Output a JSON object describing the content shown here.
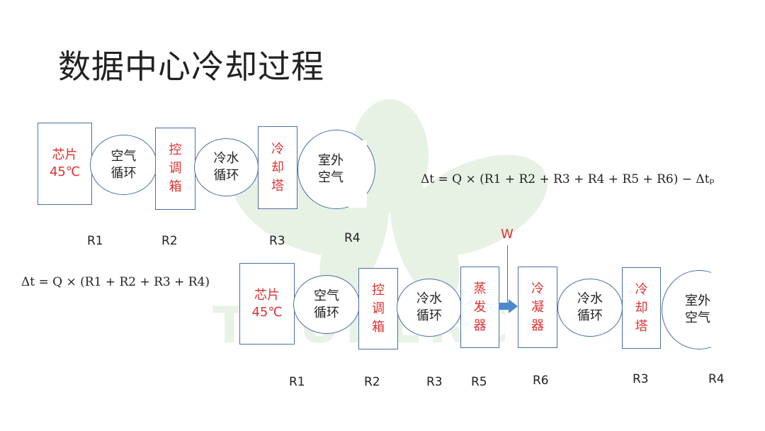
{
  "title": "数据中心冷却过程",
  "row1": {
    "chip": "芯片\n45℃",
    "air": "空气\n循环",
    "ctrl": "控\n调\n箱",
    "water": "冷水\n循环",
    "tower": "冷\n却\n塔",
    "outdoor": "室外\n空气",
    "labels": [
      "R1",
      "R2",
      "R3",
      "R4"
    ]
  },
  "row2": {
    "chip": "芯片\n45℃",
    "air": "空气\n循环",
    "ctrl": "控\n调\n箱",
    "water1": "冷水\n循环",
    "evap": "蒸\n发\n器",
    "cond": "冷\n凝\n器",
    "water2": "冷水\n循环",
    "tower": "冷\n却\n塔",
    "outdoor": "室外\n空气",
    "labels": [
      "R1",
      "R2",
      "R3",
      "R5",
      "R6",
      "R3",
      "R4"
    ],
    "w_label": "W"
  },
  "formula1": "Δt = Q × (R1 + R2 + R3 + R4 + R5 + R6) − Δtₚ",
  "formula2": "Δt = Q × (R1 + R2 + R3 + R4)",
  "watermark": "THUBERC",
  "colors": {
    "accent": "#e03030",
    "border": "#4a6ea8",
    "arrow": "#4a88d0"
  }
}
